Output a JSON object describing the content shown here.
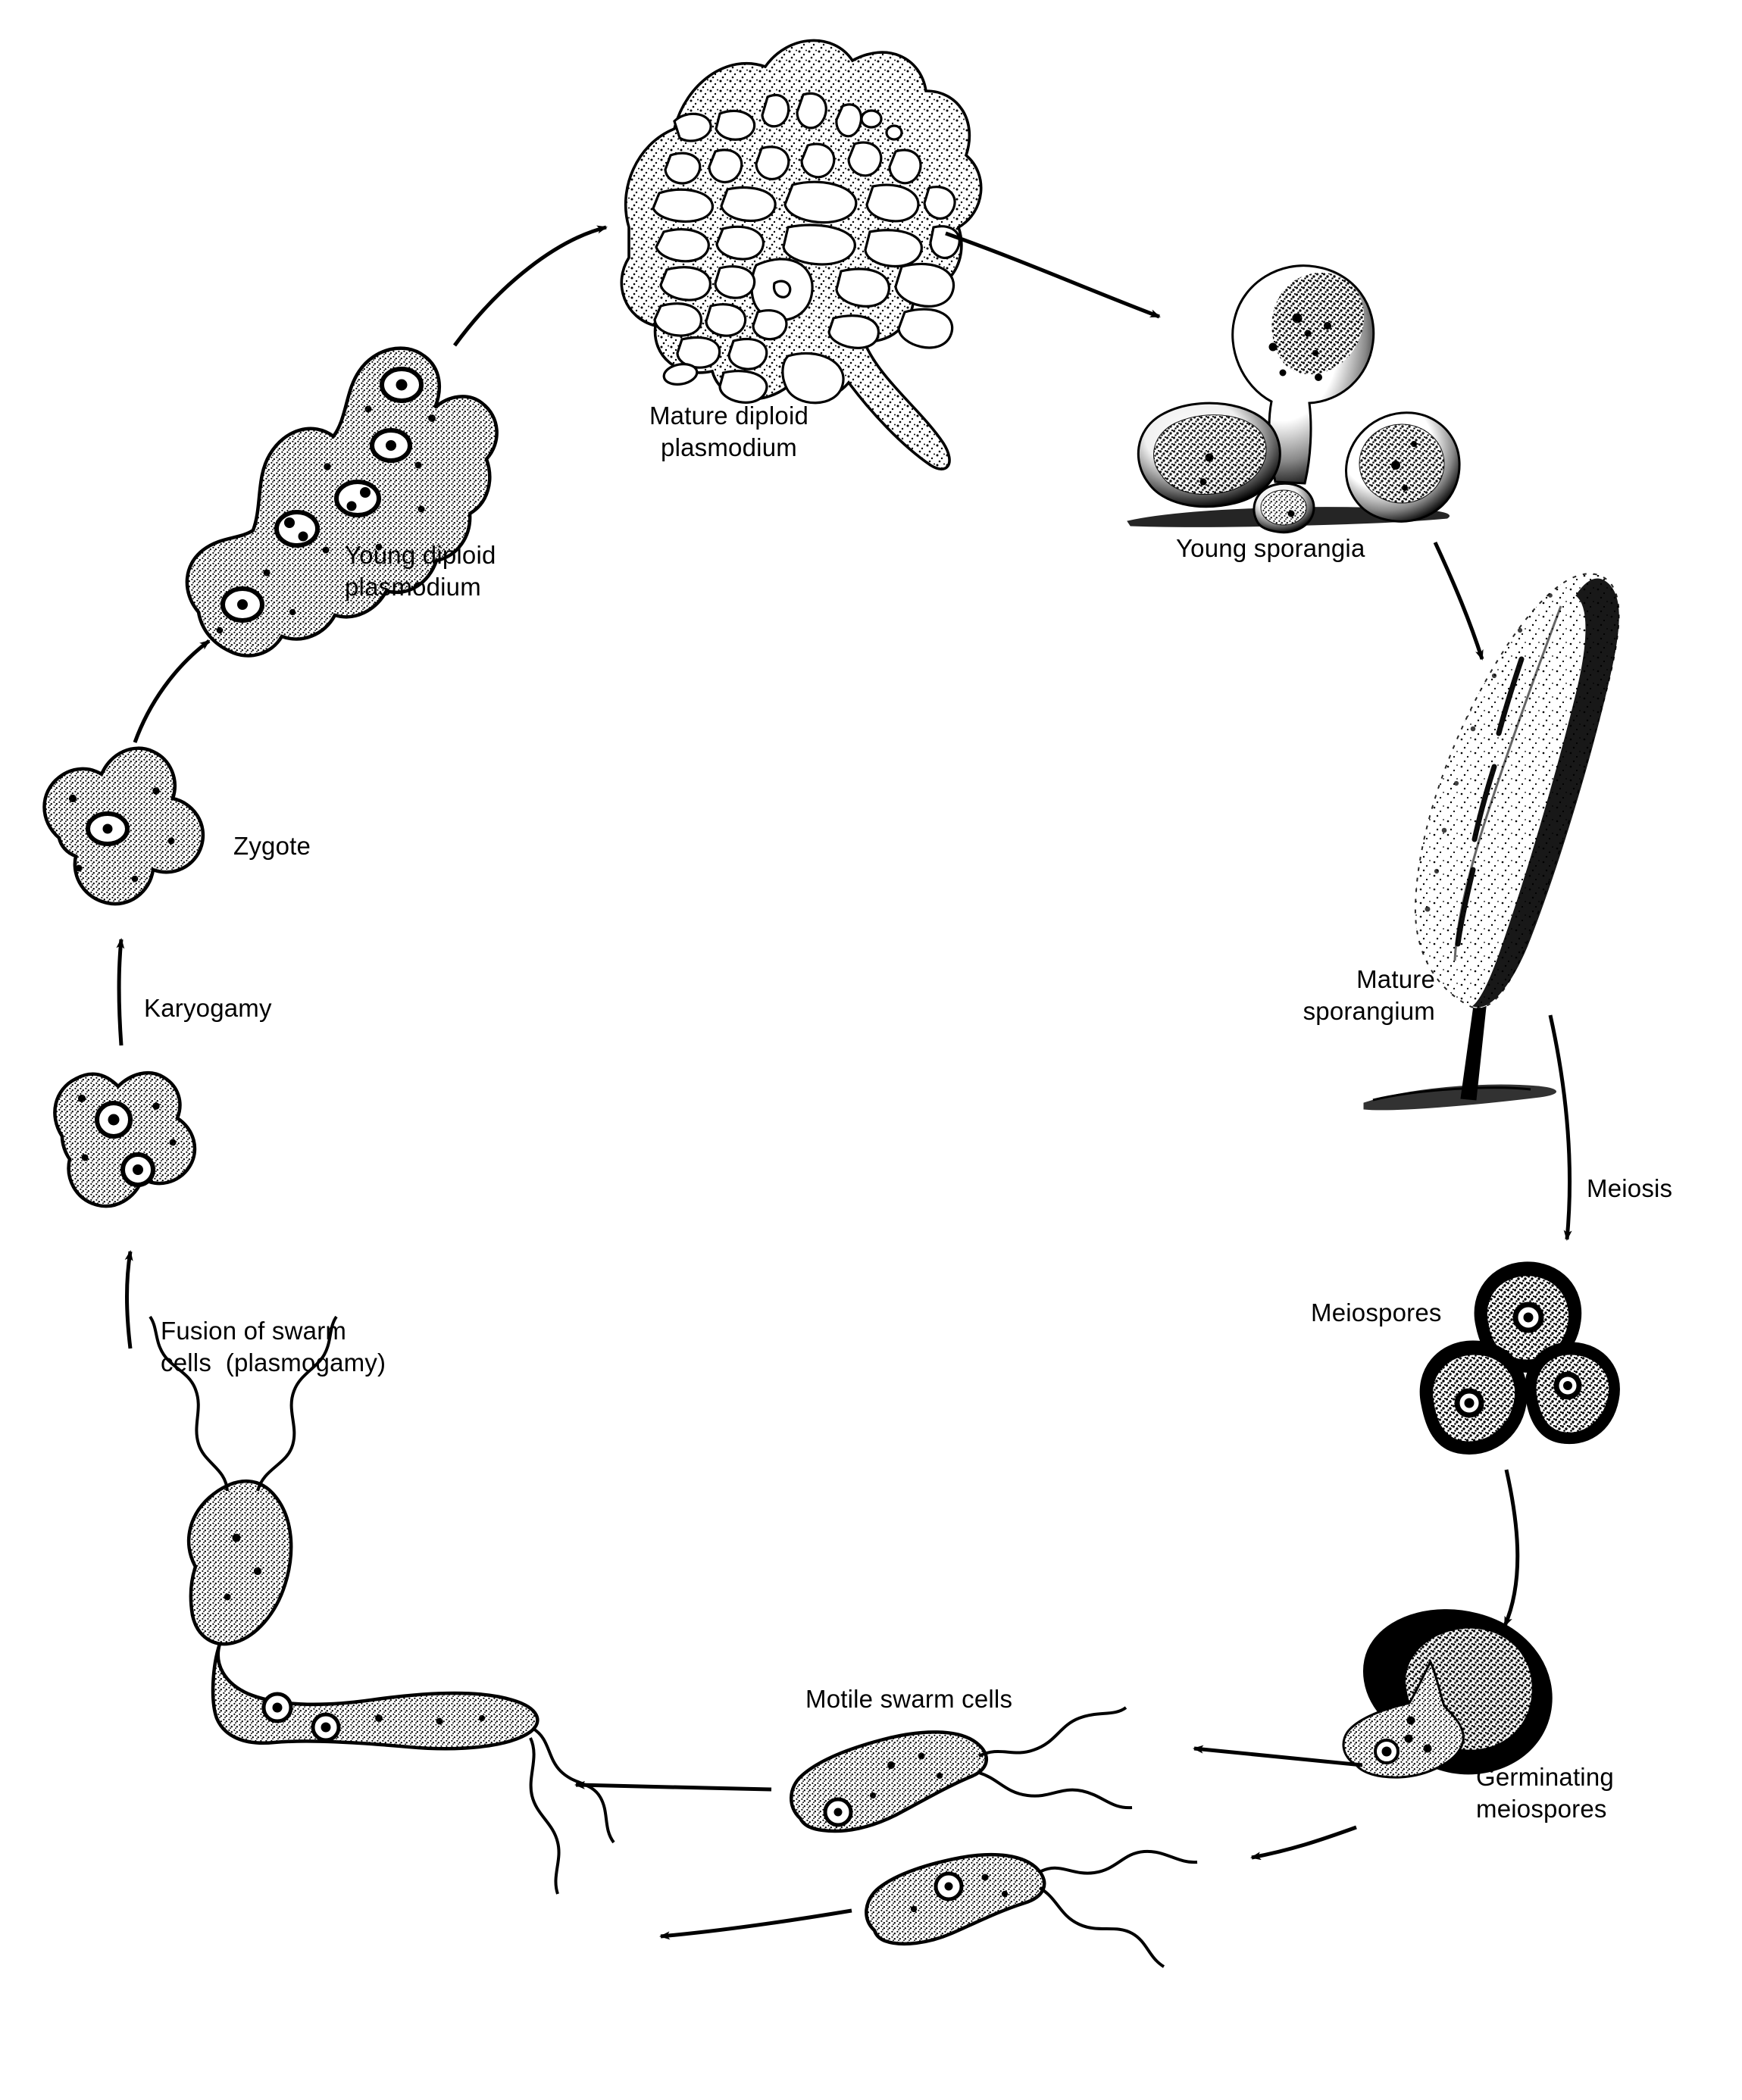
{
  "diagram": {
    "title": "Slime mold (Myxomycete) life cycle",
    "type": "cycle-diagram",
    "style": "black-and-white stippled scientific line illustration",
    "background_color": "#ffffff",
    "ink_color": "#000000",
    "direction": "counter-clockwise on the left/top, clockwise down the right side"
  },
  "labels": {
    "mature_diploid_plasmodium": "Mature diploid\nplasmodium",
    "young_diploid_plasmodium": "Young diploid\nplasmodium",
    "young_sporangia": "Young sporangia",
    "mature_sporangium": "Mature\nsporangium",
    "meiosis": "Meiosis",
    "meiospores": "Meiospores",
    "germinating_meiospores": "Germinating\nmeiospores",
    "motile_swarm_cells": "Motile swarm cells",
    "fusion_of_swarm_cells": "Fusion of swarm\ncells  (plasmogamy)",
    "karyogamy": "Karyogamy",
    "zygote": "Zygote"
  },
  "stages": [
    {
      "id": "mature-diploid-plasmodium",
      "label": "Mature diploid plasmodium",
      "ploidy": "diploid",
      "description": "large fan-shaped reticulate network of stippled protoplasmic strands with many open veins, tapering into a trailing strand at lower right",
      "position": "top-center"
    },
    {
      "id": "young-sporangia",
      "label": "Young sporangia",
      "ploidy": "diploid",
      "description": "cluster of four rounded stippled sporangial masses, one raised on a short thick stalk, resting on a stippled substrate line",
      "position": "upper-right"
    },
    {
      "id": "mature-sporangium",
      "label": "Mature sporangium",
      "ploidy": "diploid",
      "description": "tall elongated plume-like sporangium densely stippled, borne on a slender stalk rising from a stippled base",
      "position": "right"
    },
    {
      "id": "meiospores",
      "label": "Meiospores",
      "ploidy": "haploid",
      "count": 3,
      "description": "three round spores with heavy dark rims, stippled interiors and a single ringed nucleus each",
      "position": "lower-right"
    },
    {
      "id": "germinating-meiospores",
      "label": "Germinating meiospores",
      "ploidy": "haploid",
      "description": "dark spore case split open with a pale stippled amoeboid protoplast emerging from the fissure",
      "position": "bottom-right"
    },
    {
      "id": "motile-swarm-cells",
      "label": "Motile swarm cells",
      "ploidy": "haploid",
      "count": 2,
      "description": "elongated stippled amoeboid cells each with a ringed nucleus and two long wavy flagella trailing behind",
      "position": "bottom-center"
    },
    {
      "id": "fusion-of-swarm-cells",
      "label": "Fusion of swarm cells (plasmogamy)",
      "ploidy": "haploid pair fusing",
      "description": "two flagellated swarm cells joined end to end, each retaining its own nucleus and flagella",
      "position": "bottom-left"
    },
    {
      "id": "binucleate-cell",
      "label": "Binucleate cell after plasmogamy",
      "ploidy": "dikaryotic",
      "description": "single rounded stippled amoeboid cell containing two separate nuclei, prior to karyogamy",
      "position": "left"
    },
    {
      "id": "zygote",
      "label": "Zygote",
      "ploidy": "diploid",
      "description": "rounded lobed stippled amoeboid cell with one large fused nucleus",
      "position": "upper-left"
    },
    {
      "id": "young-diploid-plasmodium",
      "label": "Young diploid plasmodium",
      "ploidy": "diploid",
      "description": "elongated undulating stippled mass containing five ringed nuclei, one pair mid-division",
      "position": "top-left"
    }
  ],
  "process_arrows": [
    {
      "from": "young-diploid-plasmodium",
      "to": "mature-diploid-plasmodium",
      "label": ""
    },
    {
      "from": "mature-diploid-plasmodium",
      "to": "young-sporangia",
      "label": ""
    },
    {
      "from": "young-sporangia",
      "to": "mature-sporangium",
      "label": ""
    },
    {
      "from": "mature-sporangium",
      "to": "meiospores",
      "label": "Meiosis"
    },
    {
      "from": "meiospores",
      "to": "germinating-meiospores",
      "label": ""
    },
    {
      "from": "germinating-meiospores",
      "to": "motile-swarm-cells",
      "label": ""
    },
    {
      "from": "motile-swarm-cells",
      "to": "fusion-of-swarm-cells",
      "label": ""
    },
    {
      "from": "fusion-of-swarm-cells",
      "to": "binucleate-cell",
      "label": "Fusion of swarm cells (plasmogamy)"
    },
    {
      "from": "binucleate-cell",
      "to": "zygote",
      "label": "Karyogamy"
    },
    {
      "from": "zygote",
      "to": "young-diploid-plasmodium",
      "label": ""
    }
  ]
}
